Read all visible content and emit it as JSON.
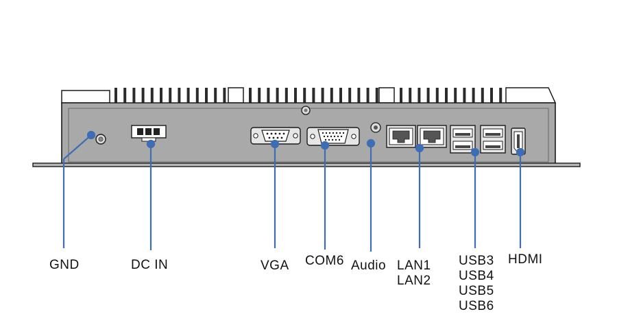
{
  "colors": {
    "leader": "#3e6db3",
    "chassis_fill": "#a9a9a9",
    "chassis_stroke": "#1a1a1a",
    "port_fill": "#e6e6e6"
  },
  "labels": {
    "gnd": "GND",
    "dc_in": "DC IN",
    "vga": "VGA",
    "com6": "COM6",
    "audio": "Audio",
    "lan": [
      "LAN1",
      "LAN2"
    ],
    "usb": [
      "USB3",
      "USB4",
      "USB5",
      "USB6"
    ],
    "hdmi": "HDMI"
  }
}
